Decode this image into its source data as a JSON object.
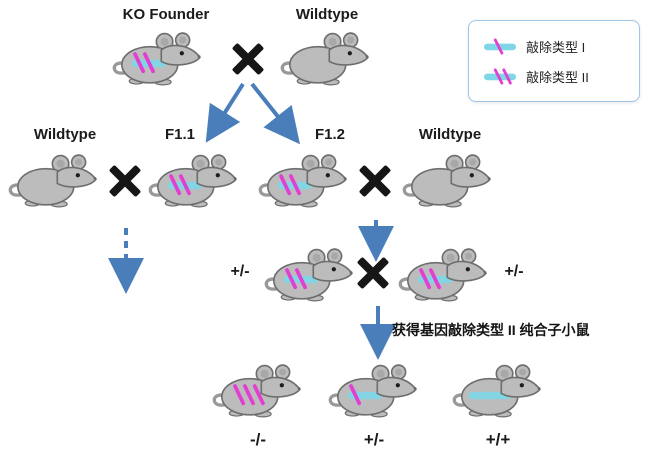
{
  "generation_1": {
    "ko_founder_label": "KO Founder",
    "wildtype_label": "Wildtype"
  },
  "legend": {
    "items": [
      {
        "label": "敲除类型 I",
        "slashes": 1
      },
      {
        "label": "敲除类型 II",
        "slashes": 2
      }
    ]
  },
  "generation_2": {
    "wildtype_left_label": "Wildtype",
    "f1_1_label": "F1.1",
    "f1_2_label": "F1.2",
    "wildtype_right_label": "Wildtype"
  },
  "generation_3": {
    "left_genotype": "+/-",
    "right_genotype": "+/-"
  },
  "result_caption": "获得基因敲除类型 II 纯合子小鼠",
  "generation_4": {
    "genotypes": [
      "-/-",
      "+/-",
      "+/+"
    ]
  },
  "symbols": {
    "cross": "×"
  },
  "colors": {
    "arrow": "#4a7ebb",
    "band": "#7fd6e6",
    "slash": "#e23ed2",
    "mouse_body": "#bcbcbc",
    "mouse_outline": "#6e6e6e",
    "legend_border": "#9fc5e8"
  },
  "mice": {
    "founder": {
      "band": true,
      "slashes": 2
    },
    "wildtype": {
      "band": false,
      "slashes": 0
    },
    "f1_1": {
      "band": true,
      "slashes": 2
    },
    "f1_2": {
      "band": true,
      "slashes": 2
    },
    "het": {
      "band": true,
      "slashes": 2
    },
    "ko_homozygous": {
      "band": false,
      "slashes": 3
    },
    "het_offspring": {
      "band": true,
      "slashes": 1
    },
    "wt_offspring": {
      "band": true,
      "slashes": 0
    }
  }
}
